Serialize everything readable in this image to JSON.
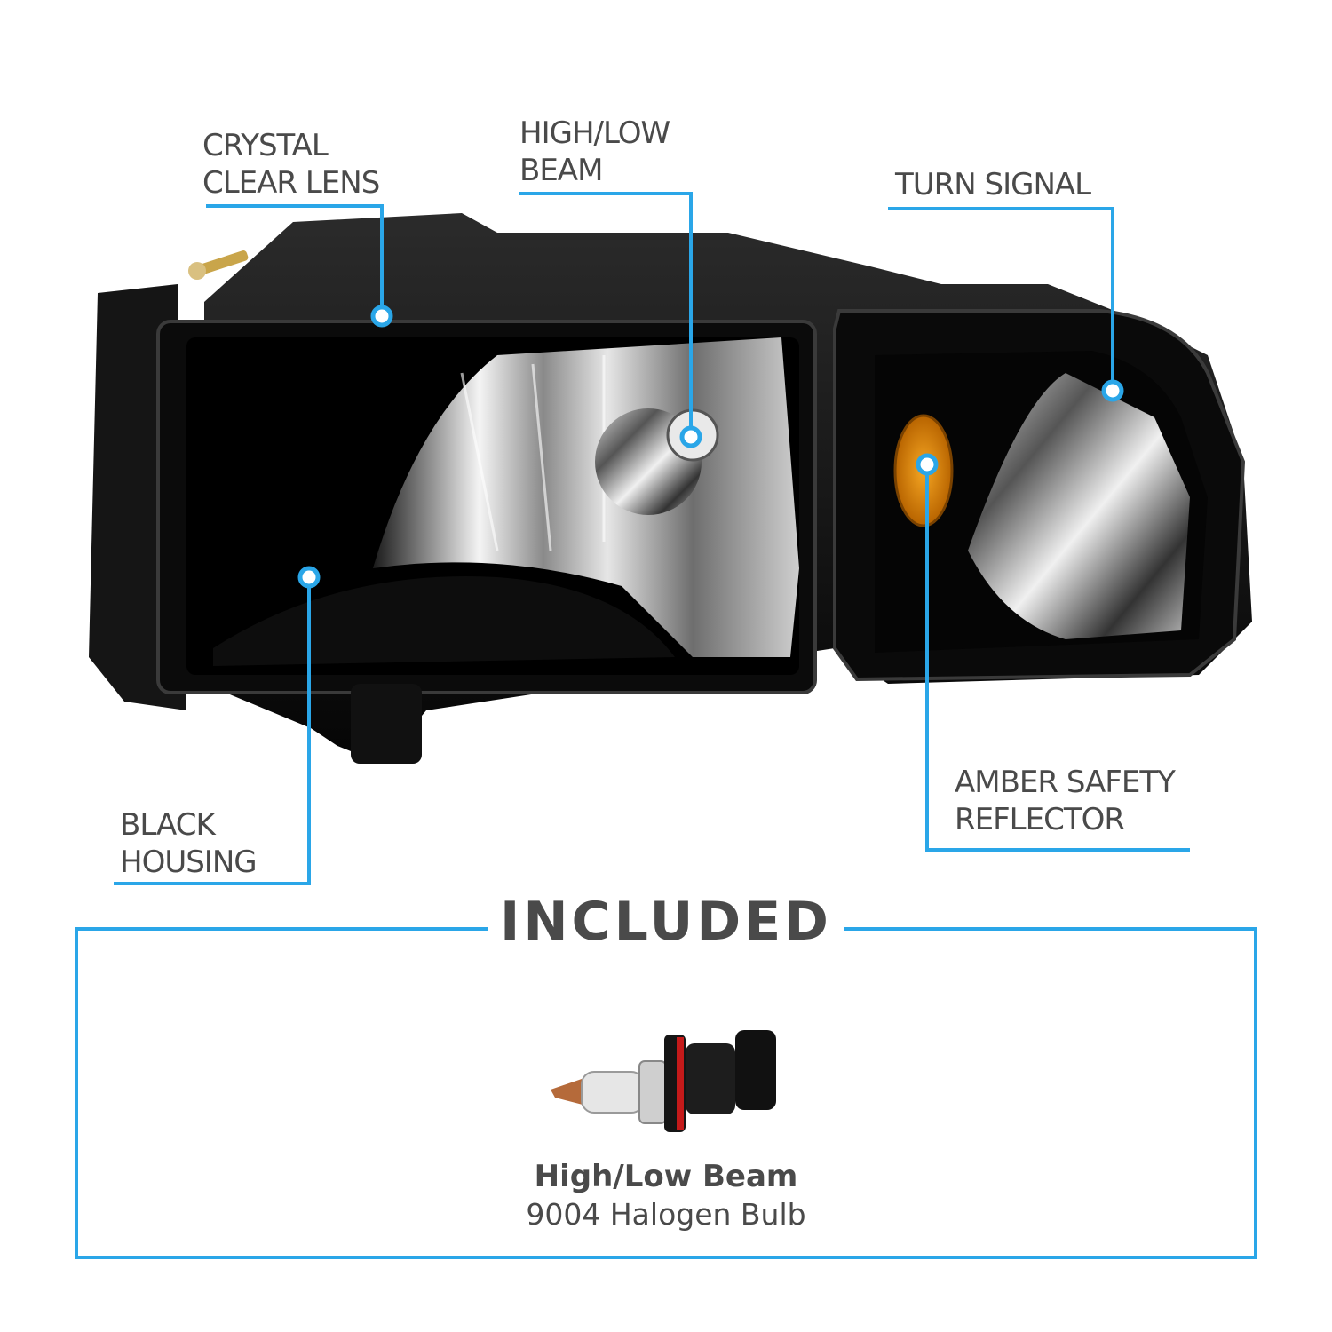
{
  "callouts": {
    "crystal_clear_lens": [
      "CRYSTAL",
      "CLEAR LENS"
    ],
    "high_low_beam": [
      "HIGH/LOW",
      "BEAM"
    ],
    "turn_signal": [
      "TURN SIGNAL"
    ],
    "black_housing": [
      "BLACK",
      "HOUSING"
    ],
    "amber_safety_reflector": [
      "AMBER SAFETY",
      "REFLECTOR"
    ]
  },
  "included": {
    "title": "INCLUDED",
    "bulb_name": "High/Low Beam",
    "bulb_desc": "9004 Halogen Bulb"
  },
  "colors": {
    "accent": "#2aa6e8",
    "text": "#4a4a4a",
    "reflector": "#e08a10"
  }
}
